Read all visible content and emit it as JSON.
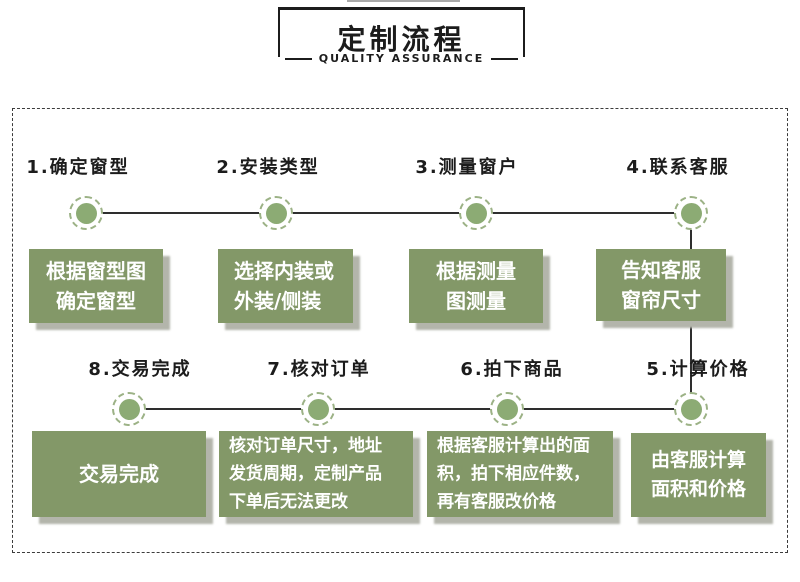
{
  "header": {
    "title": "定制流程",
    "subtitle": "QUALITY ASSURANCE"
  },
  "flow": {
    "steps": [
      {
        "label": "1.确定窗型",
        "box": "根据窗型图\n确定窗型"
      },
      {
        "label": "2.安装类型",
        "box": "选择内装或\n外装/侧装"
      },
      {
        "label": "3.测量窗户",
        "box": "根据测量\n图测量"
      },
      {
        "label": "4.联系客服",
        "box": "告知客服\n窗帘尺寸"
      },
      {
        "label": "5.计算价格",
        "box": "由客服计算\n面积和价格"
      },
      {
        "label": "6.拍下商品",
        "box": "根据客服计算出的面\n积，拍下相应件数，\n再有客服改价格"
      },
      {
        "label": "7.核对订单",
        "box": "核对订单尺寸，地址\n发货周期，定制产品\n下单后无法更改"
      },
      {
        "label": "8.交易完成",
        "box": "交易完成"
      }
    ]
  },
  "colors": {
    "green": "#839868",
    "circle": "#8CAB74",
    "ring": "#9CB286",
    "line": "#2E2E2E",
    "shadow": "#B3B5AB",
    "dark": "#1C1C1C",
    "boxtext": "#FFFFFF"
  }
}
